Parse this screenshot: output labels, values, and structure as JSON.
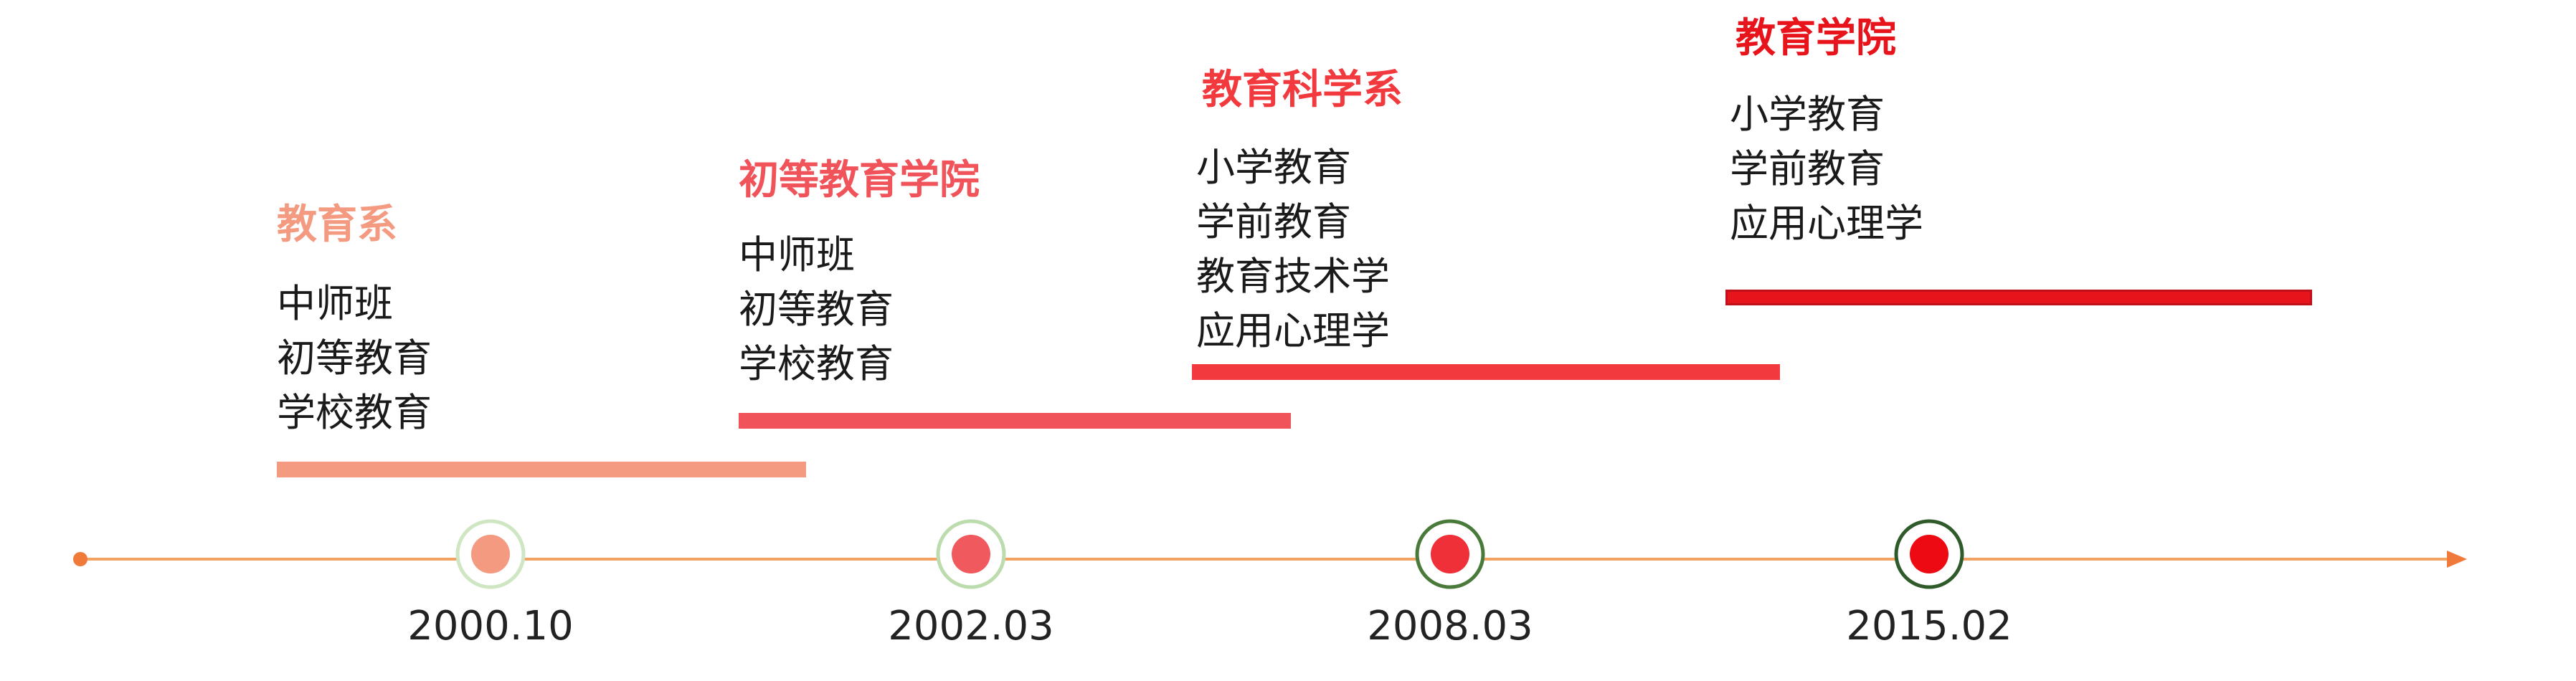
{
  "timeline": {
    "axis_color": "#f4a261",
    "arrow_color": "#f07a3a",
    "stages": [
      {
        "title": "教育系",
        "items": [
          "中师班",
          "初等教育",
          "学校教育"
        ],
        "year": "2000.10",
        "color": "#f39a80",
        "marker_fill": "#f39a80",
        "marker_ring": "#cfe6c2"
      },
      {
        "title": "初等教育学院",
        "items": [
          "中师班",
          "初等教育",
          "学校教育"
        ],
        "year": "2002.03",
        "color": "#f0545a",
        "marker_fill": "#f05a5e",
        "marker_ring": "#bcdcae"
      },
      {
        "title": "教育科学系",
        "items": [
          "小学教育",
          "学前教育",
          "教育技术学",
          "应用心理学"
        ],
        "year": "2008.03",
        "color": "#f23a3e",
        "marker_fill": "#f03038",
        "marker_ring": "#4a7a3a"
      },
      {
        "title": "教育学院",
        "items": [
          "小学教育",
          "学前教育",
          "应用心理学"
        ],
        "year": "2015.02",
        "color": "#e8141c",
        "marker_fill": "#ee0a12",
        "marker_ring": "#2f5a2a"
      }
    ]
  }
}
